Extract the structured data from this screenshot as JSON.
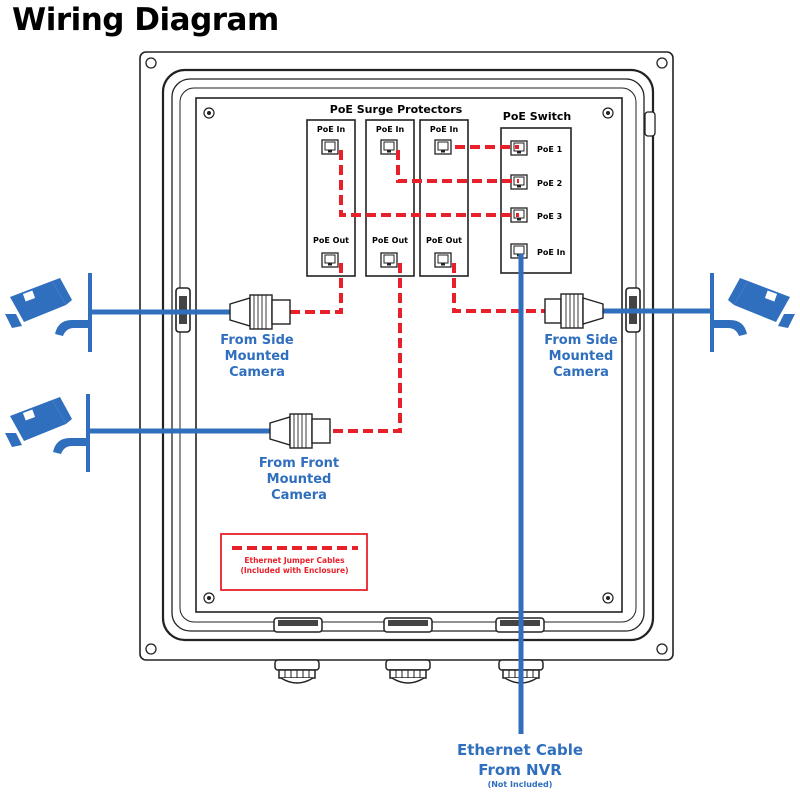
{
  "title": "Wiring Diagram",
  "labels": {
    "surge_protectors": "PoE Surge Protectors",
    "poe_switch": "PoE Switch",
    "poe_in": "PoE In",
    "poe_out": "PoE Out",
    "poe_1": "PoE 1",
    "poe_2": "PoE 2",
    "poe_3": "PoE 3",
    "switch_poe_in": "PoE In"
  },
  "cameras": {
    "left_side": [
      "From Side",
      "Mounted",
      "Camera"
    ],
    "right_side": [
      "From Side",
      "Mounted",
      "Camera"
    ],
    "front": [
      "From Front",
      "Mounted",
      "Camera"
    ]
  },
  "nvr_cable": {
    "line1": "Ethernet Cable",
    "line2": "From NVR",
    "note": "(Not Included)"
  },
  "legend": {
    "line1": "Ethernet  Jumper Cables",
    "line2": "(Included with Enclosure)"
  },
  "colors": {
    "blue": "#2f6fbd",
    "red": "#e8202a",
    "outline": "#222222"
  },
  "icons": [
    "security-camera-icon",
    "rj45-connector-icon",
    "ethernet-port-icon",
    "cable-gland-icon",
    "screw-icon"
  ]
}
